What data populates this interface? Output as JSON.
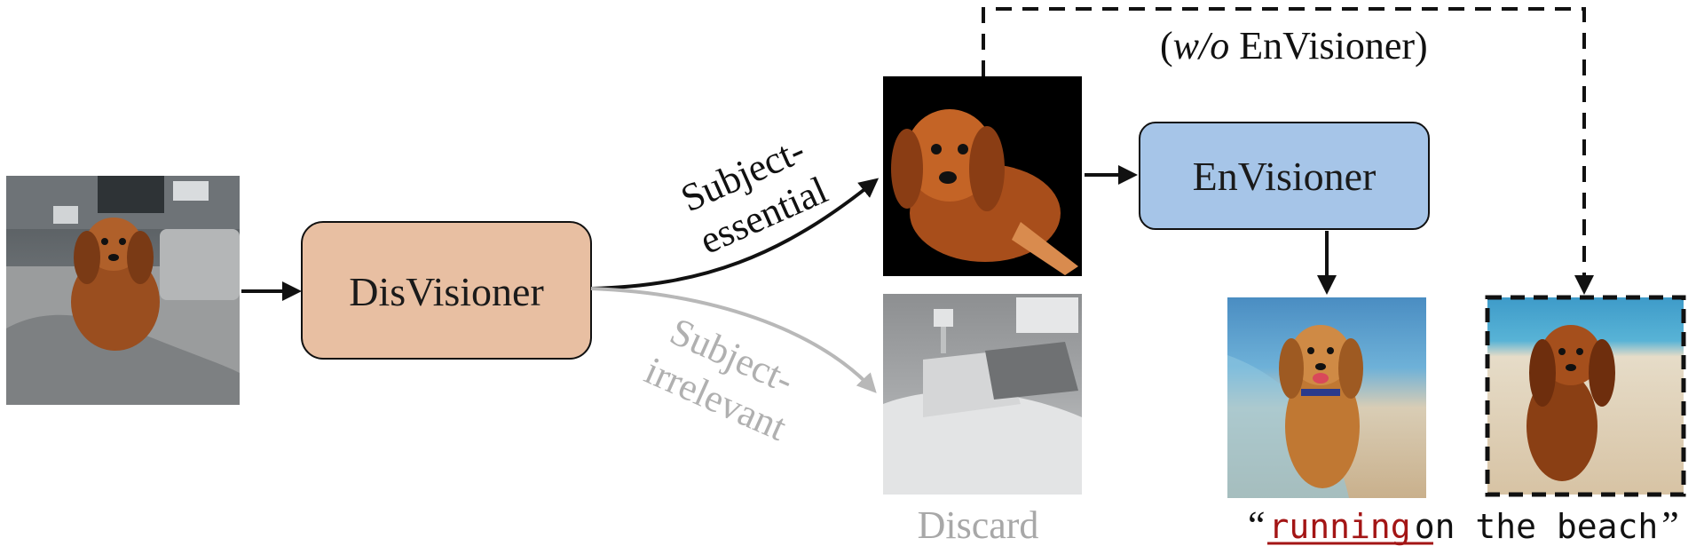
{
  "nodes": {
    "disvisioner_label": "DisVisioner",
    "envisioner_label": "EnVisioner",
    "disvisioner_color": "#e8bfa2",
    "envisioner_color": "#a6c5e8"
  },
  "edges": {
    "essential_label_line1": "Subject-",
    "essential_label_line2": "essential",
    "irrelevant_label_line1": "Subject-",
    "irrelevant_label_line2": "irrelevant",
    "essential_color": "#111111",
    "irrelevant_color": "#b8b8b8"
  },
  "labels": {
    "discard": "Discard",
    "ablation_prefix": "(",
    "ablation_italic": "w/o",
    "ablation_suffix": " EnVisioner)"
  },
  "prompt": {
    "open_quote": "“",
    "highlight_word": "running",
    "rest": " on the beach",
    "close_quote": "”",
    "highlight_color": "#a31515"
  },
  "images": {
    "input": "photo-dachshund-on-couch",
    "subject_essential": "photo-dog-on-black-background",
    "subject_irrelevant": "photo-gray-bedroom-background",
    "output_with": "photo-dog-running-on-beach-1",
    "output_without": "photo-dog-running-on-beach-2"
  }
}
